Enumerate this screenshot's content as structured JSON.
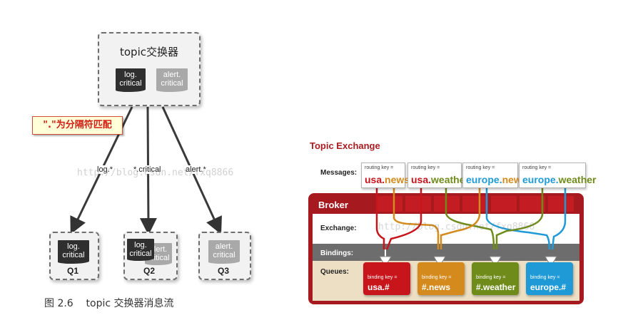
{
  "left": {
    "exchange_title": "topic交换器",
    "exchange_tags": [
      "log.\ncritical",
      "alert.\ncritical"
    ],
    "routes": [
      "log.*",
      "*.critical",
      "alert.*"
    ],
    "callout": "\".\"为分隔符匹配",
    "queues": [
      {
        "name": "Q1",
        "tags": [
          "log.\ncritical"
        ]
      },
      {
        "name": "Q2",
        "tags": [
          "log.\ncritical",
          "alert.\ncritical"
        ]
      },
      {
        "name": "Q3",
        "tags": [
          "alert.\ncritical"
        ]
      }
    ],
    "caption": "图 2.6    topic 交换器消息流",
    "watermark": "http://blog.csdn.net/fxq8866"
  },
  "right": {
    "title": "Topic Exchange",
    "messages_label": "Messages:",
    "routing_key_label": "routing key =",
    "messages": [
      {
        "prefix": "usa",
        "suffix": "news"
      },
      {
        "prefix": "usa",
        "suffix": "weather"
      },
      {
        "prefix": "europe",
        "suffix": "news"
      },
      {
        "prefix": "europe",
        "suffix": "weather"
      }
    ],
    "broker_label": "Broker",
    "exchange_label": "Exchange:",
    "bindings_label": "Bindings:",
    "queues_label": "Queues:",
    "binding_key_label": "binding key =",
    "queues": [
      "usa.#",
      "#.news",
      "#.weather",
      "europe.#"
    ],
    "watermark": "http://blog.csdn.net/fxq8866",
    "colors": {
      "red": "#c8141b",
      "orange": "#d48a1c",
      "green": "#6f8c1a",
      "blue": "#1f9ad6",
      "broker": "#a61a1f"
    }
  }
}
